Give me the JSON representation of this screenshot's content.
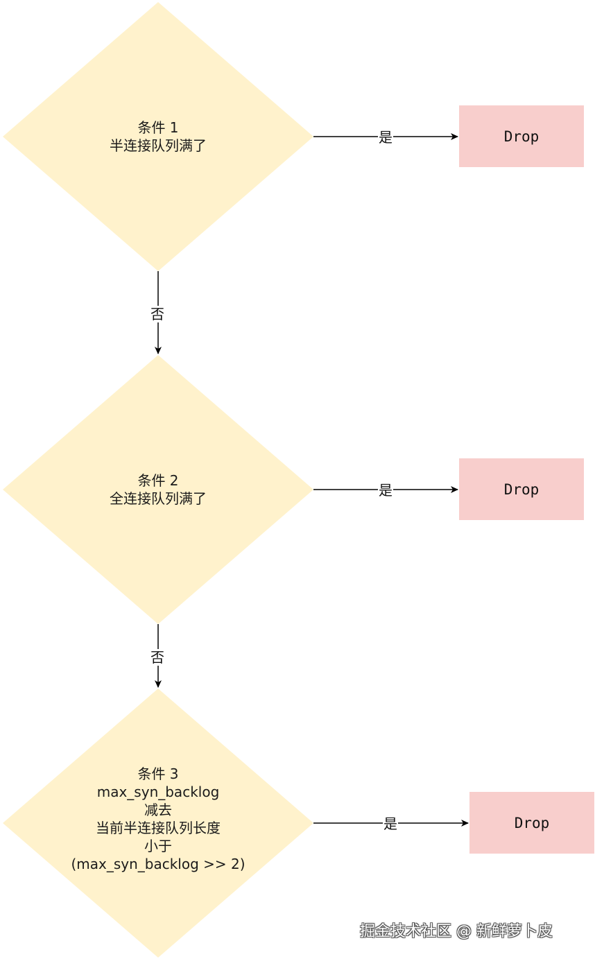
{
  "colors": {
    "decision_fill": "#fff2cc",
    "drop_fill": "#f8cecc",
    "edge": "#000000"
  },
  "decisions": [
    {
      "lines": [
        "条件 1",
        "半连接队列满了"
      ]
    },
    {
      "lines": [
        "条件 2",
        "全连接队列满了"
      ]
    },
    {
      "lines": [
        "条件 3",
        "max_syn_backlog",
        "减去",
        "当前半连接队列长度",
        "小于",
        "(max_syn_backlog >> 2)"
      ]
    }
  ],
  "drops": [
    {
      "label": "Drop"
    },
    {
      "label": "Drop"
    },
    {
      "label": "Drop"
    }
  ],
  "edges": {
    "yes_label": "是",
    "no_label": "否"
  },
  "watermark": "掘金技术社区 @ 新鲜萝卜皮"
}
